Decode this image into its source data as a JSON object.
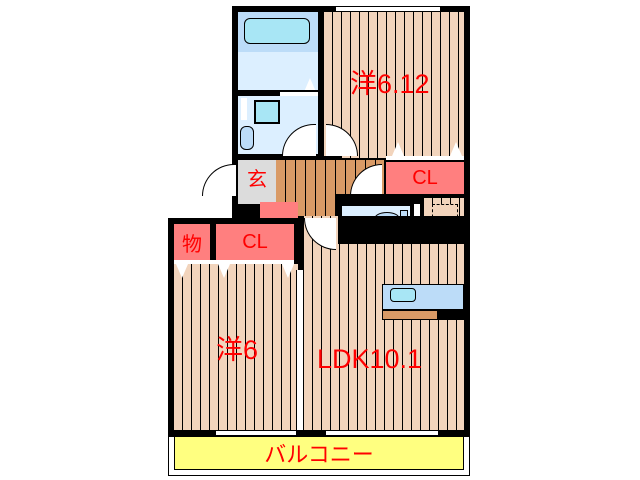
{
  "floorplan": {
    "rooms": {
      "western_1": {
        "label": "洋6.12"
      },
      "western_2": {
        "label": "洋6"
      },
      "ldk": {
        "label": "LDK10.1"
      },
      "entrance": {
        "label": "玄"
      },
      "closet_1": {
        "label": "CL"
      },
      "closet_2": {
        "label": "CL"
      },
      "storage": {
        "label": "物"
      },
      "balcony": {
        "label": "バルコニー"
      }
    },
    "colors": {
      "label": "#ff0000",
      "floor": "#f2d4bc",
      "hall": "#d99a66",
      "closet": "#ff7f7f",
      "wet_area": "#dcefff",
      "fixture": "#a8e6f5",
      "balcony": "#ffff80",
      "entrance": "#dcdcdc"
    }
  }
}
